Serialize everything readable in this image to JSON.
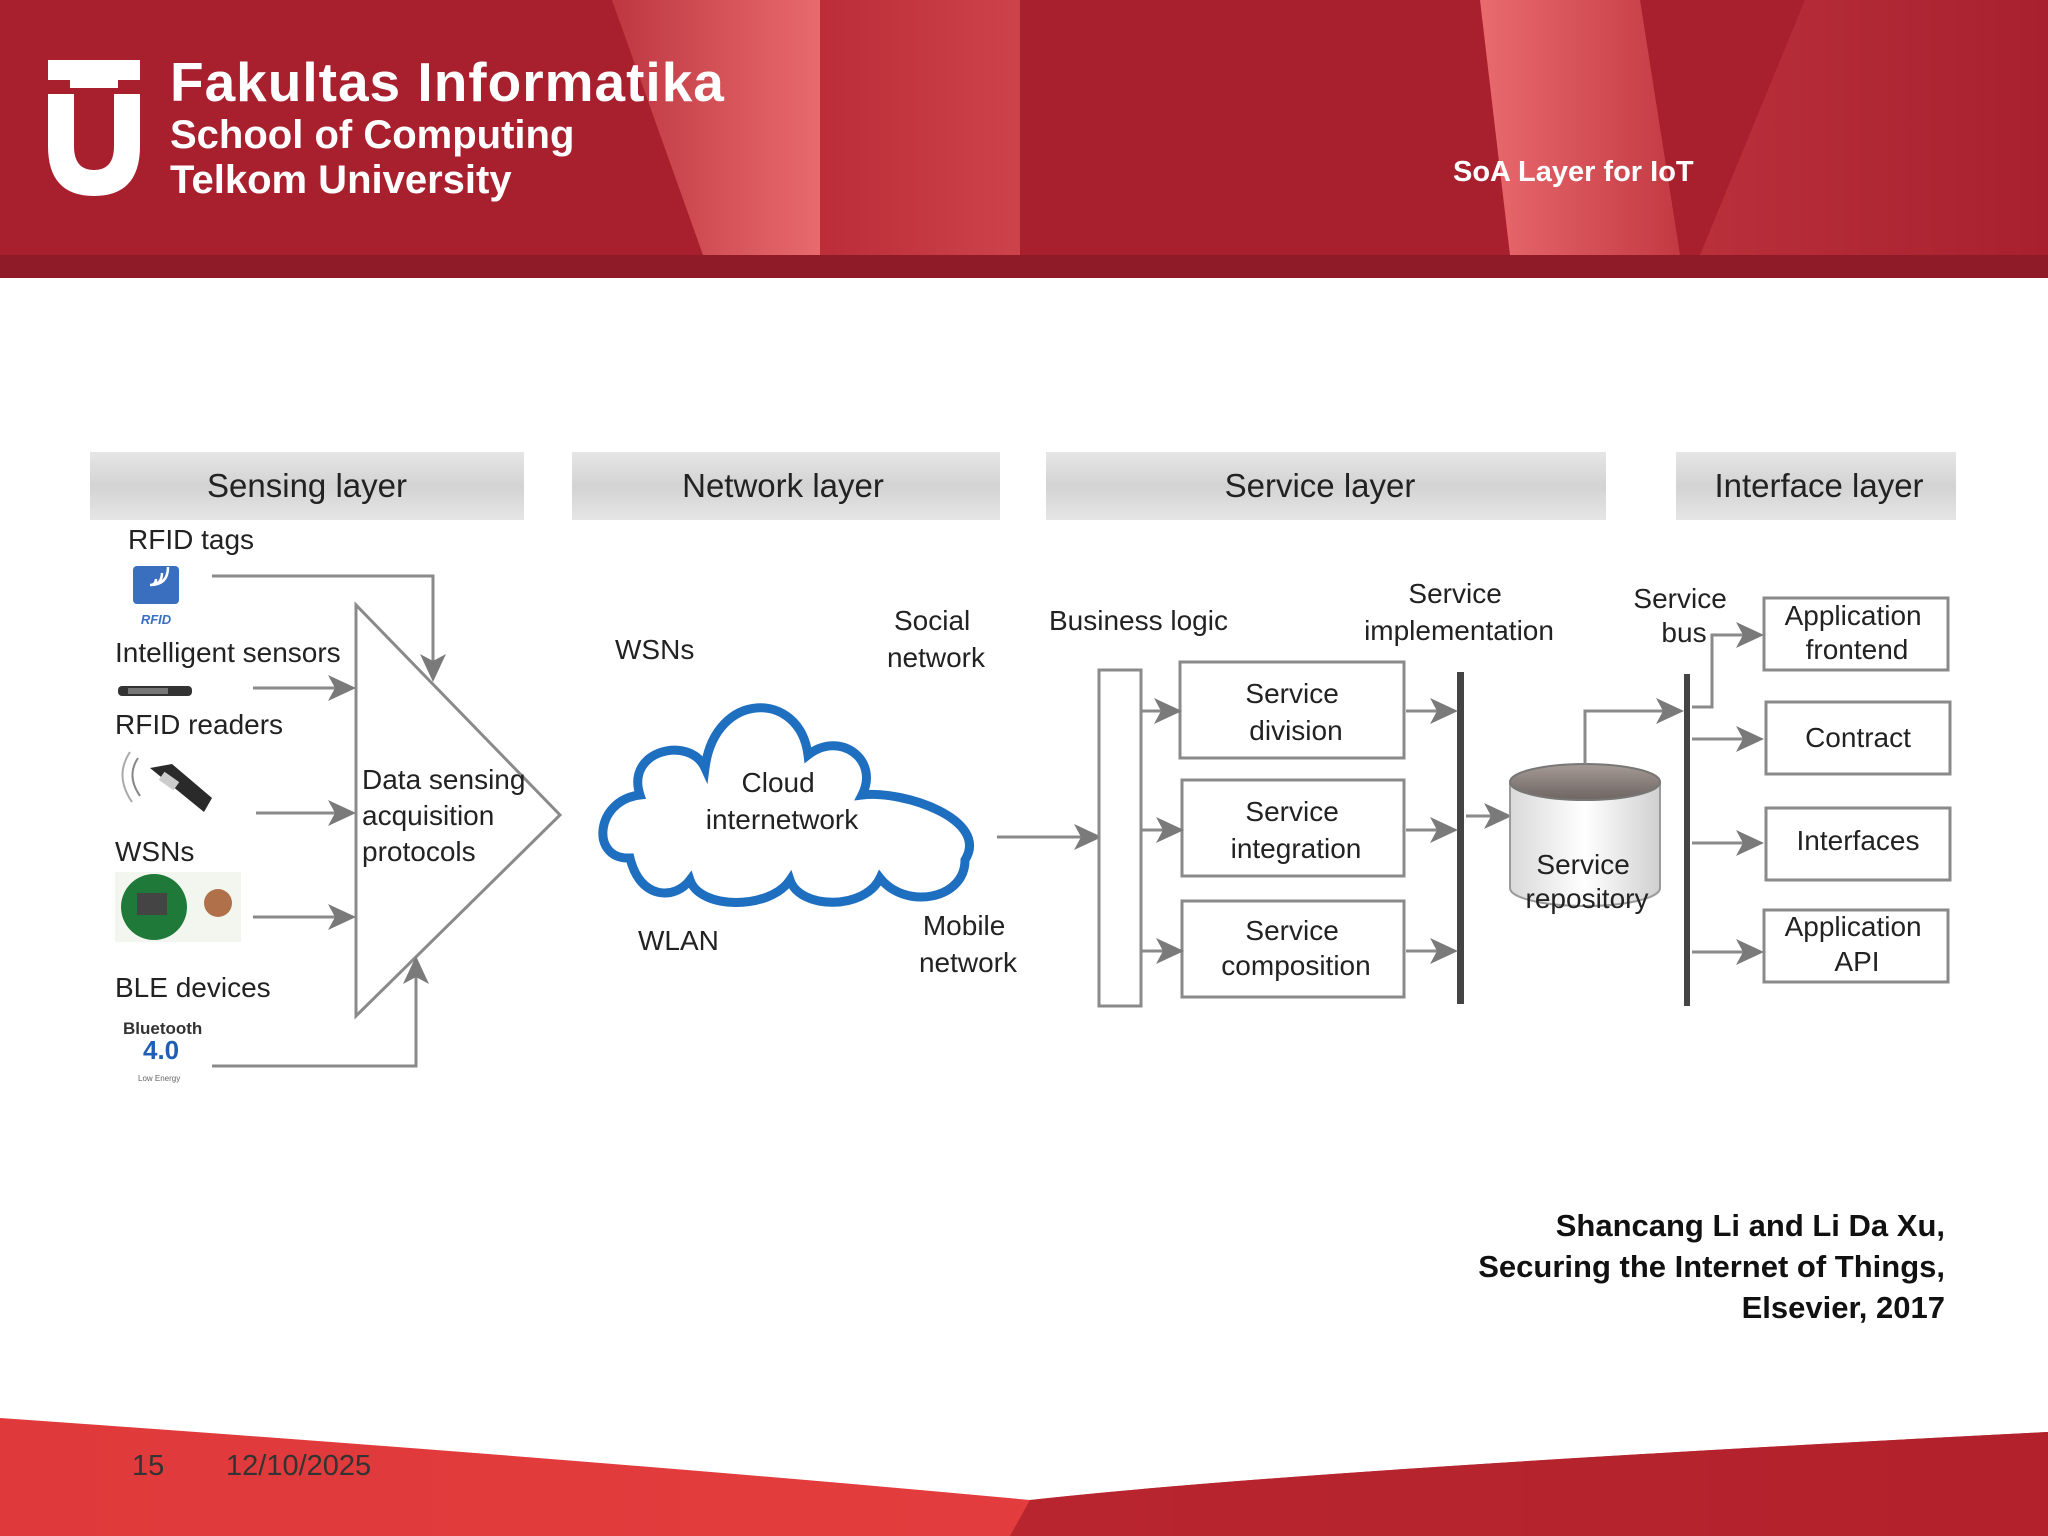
{
  "header": {
    "brand_title": "Fakultas Informatika",
    "brand_sub1": "School of Computing",
    "brand_sub2": "Telkom University",
    "slide_title": "SoA Layer for IoT",
    "colors": {
      "banner": "#a8202e",
      "banner_light": "#e05a5f",
      "banner_dark": "#8e1b27"
    }
  },
  "diagram": {
    "layers": [
      "Sensing layer",
      "Network layer",
      "Service layer",
      "Interface layer"
    ],
    "sensing": {
      "devices": [
        "RFID tags",
        "Intelligent sensors",
        "RFID readers",
        "WSNs",
        "BLE devices"
      ],
      "icons": {
        "rfid_tag_text": "RFID",
        "bluetooth_brand": "Bluetooth",
        "bluetooth_version": "4.0",
        "bluetooth_sub": "Low Energy"
      },
      "protocol_lines": [
        "Data sensing",
        "acquisition",
        "protocols"
      ]
    },
    "network": {
      "cloud_lines": [
        "Cloud",
        "internetwork"
      ],
      "wsns": "WSNs",
      "wlan": "WLAN",
      "social_lines": [
        "Social",
        "network"
      ],
      "mobile_lines": [
        "Mobile",
        "network"
      ]
    },
    "service": {
      "business_logic": "Business logic",
      "implementation_lines": [
        "Service",
        "implementation"
      ],
      "boxes": [
        [
          "Service",
          "division"
        ],
        [
          "Service",
          "integration"
        ],
        [
          "Service",
          "composition"
        ]
      ],
      "repository_lines": [
        "Service",
        "repository"
      ]
    },
    "interface": {
      "bus_lines": [
        "Service",
        "bus"
      ],
      "boxes": [
        [
          "Application",
          "frontend"
        ],
        [
          "Contract"
        ],
        [
          "Interfaces"
        ],
        [
          "Application",
          "API"
        ]
      ]
    }
  },
  "citation": {
    "line1": "Shancang Li and Li Da Xu,",
    "line2": "Securing the Internet of Things,",
    "line3": "Elsevier, 2017"
  },
  "footer": {
    "page_number": "15",
    "date": "12/10/2025",
    "colors": {
      "left": "#e0393b",
      "right": "#b3222c"
    }
  }
}
